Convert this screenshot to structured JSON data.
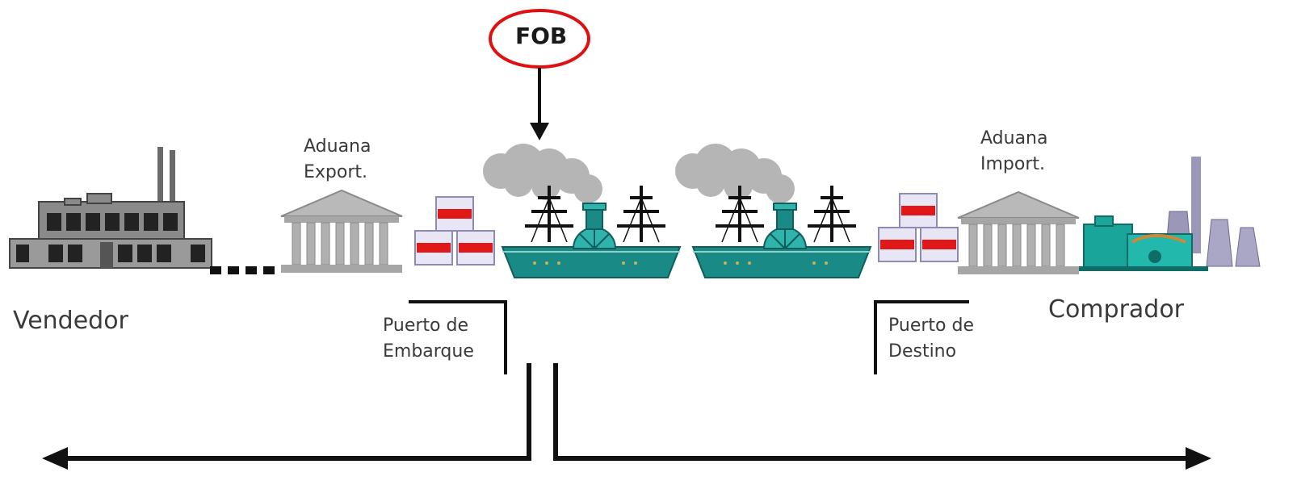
{
  "labels": {
    "fob": "FOB",
    "seller": "Vendedor",
    "buyer": "Comprador",
    "customs_export_line1": "Aduana",
    "customs_export_line2": "Export.",
    "customs_import_line1": "Aduana",
    "customs_import_line2": "Import.",
    "port_origin_line1": "Puerto de",
    "port_origin_line2": "Embarque",
    "port_dest_line1": "Puerto de",
    "port_dest_line2": "Destino"
  },
  "colors": {
    "fob_ring": "#e01010",
    "ship_hull": "#1a8a86",
    "smoke": "#b5b5b5",
    "container_body": "#e8e6f4",
    "container_band": "#e01818",
    "building_grey": "#9a9a9a",
    "factory": "#6a6a6a",
    "plant_teal": "#1aa59a",
    "plant_tower": "#9a97b8"
  }
}
